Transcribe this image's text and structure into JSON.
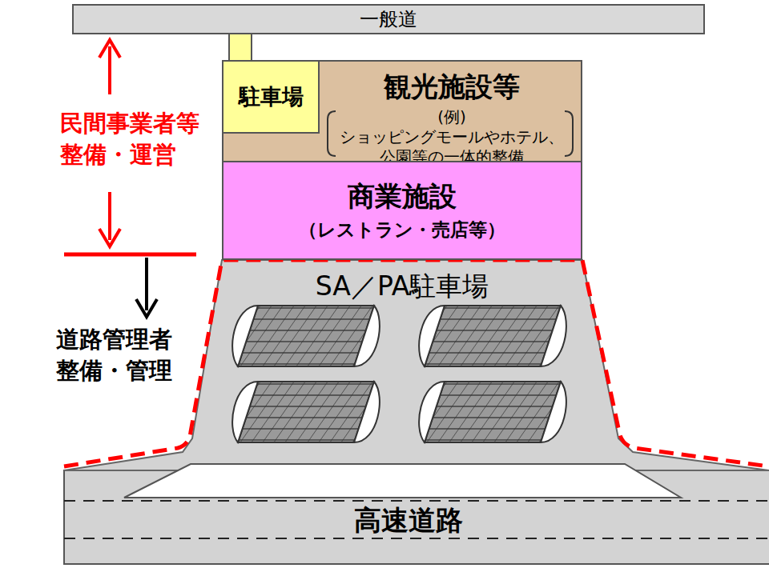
{
  "diagram": {
    "nodes": [
      {
        "text": [
          "一般道"
        ]
      },
      {
        "text": [
          "観光施設等",
          "(例)ショッピングモールやホテル、 公園等の一体的整備"
        ]
      },
      {
        "text": [
          "駐車場"
        ],
        "in": 1
      },
      {
        "text": [
          "商業施設",
          "（レストラン・売店等）"
        ]
      },
      {
        "text": [
          "SA／PA駐車場"
        ]
      },
      {
        "text": [
          "高速道路"
        ]
      }
    ],
    "edges": [
      {
        "from": 0,
        "to": 2,
        "arrow": "none"
      }
    ],
    "labels": [
      "民間事業者等 整備・運営",
      "道路管理者 整備・管理"
    ]
  }
}
